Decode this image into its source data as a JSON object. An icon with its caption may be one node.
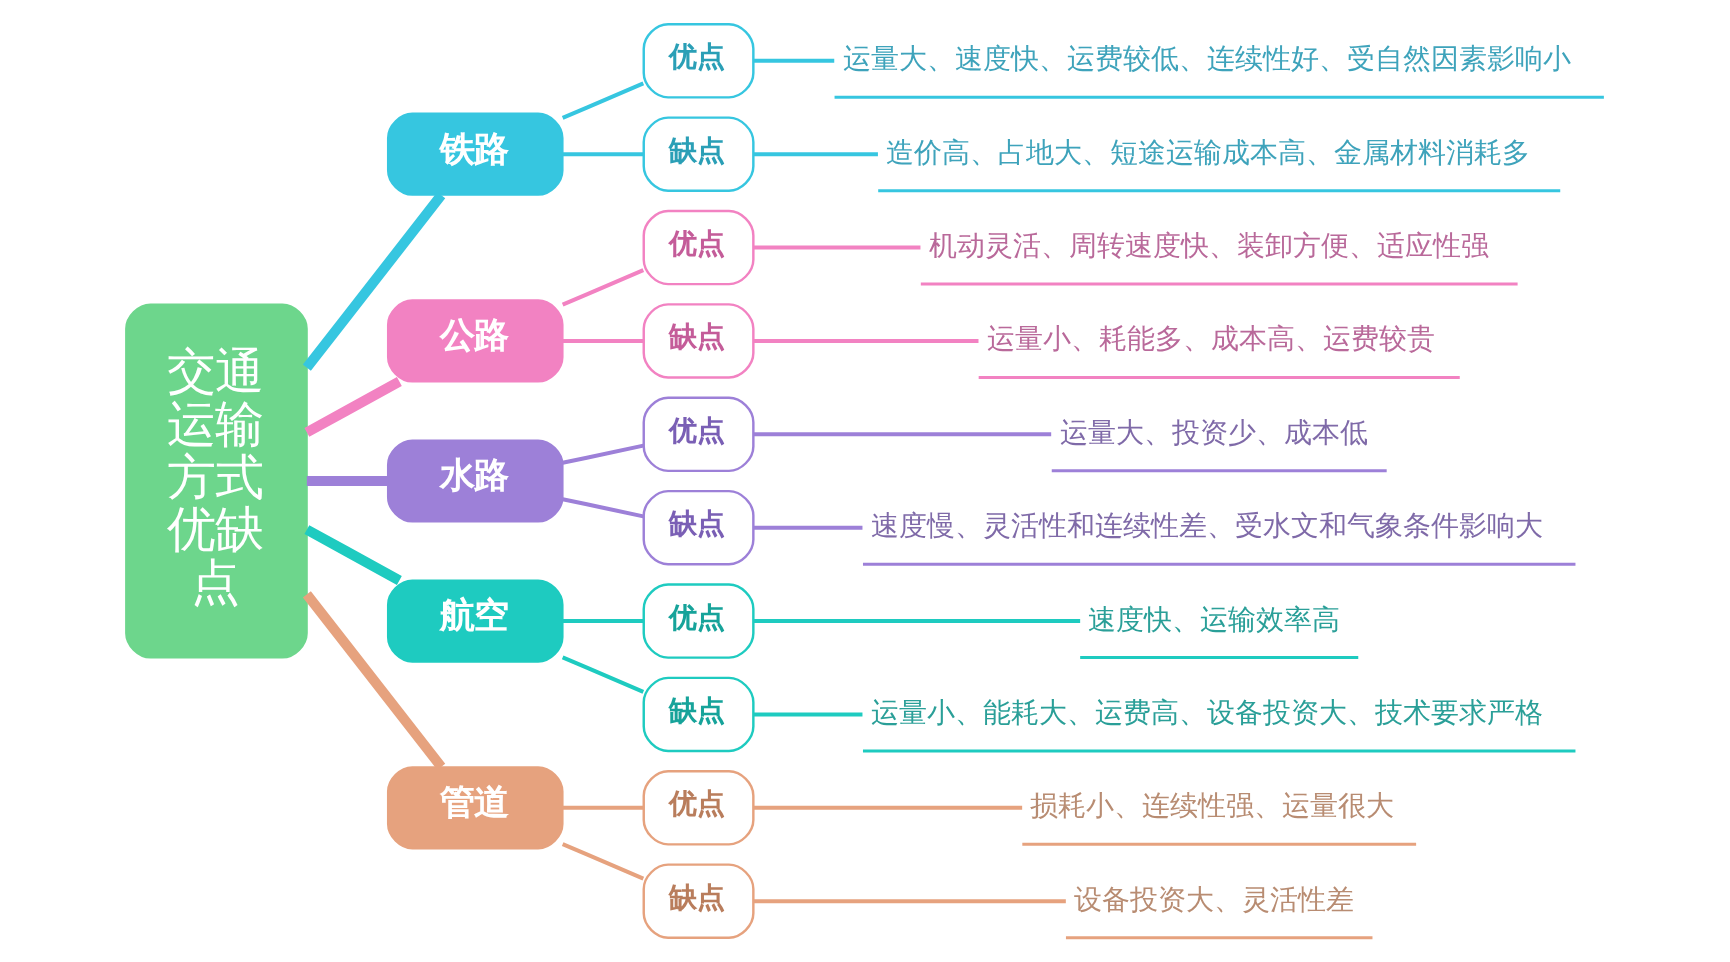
{
  "diagram": {
    "nodes": [
      {
        "text": [
          "交通运输方式优缺点"
        ]
      },
      {
        "text": [
          "铁路"
        ]
      },
      {
        "text": [
          "优点"
        ]
      },
      {
        "text": [
          "运量大、速度快、运费较低、连续性好、受自然因素影响小"
        ]
      },
      {
        "text": [
          "缺点"
        ]
      },
      {
        "text": [
          "造价高、占地大、短途运输成本高、金属材料消耗多"
        ]
      },
      {
        "text": [
          "公路"
        ]
      },
      {
        "text": [
          "优点"
        ]
      },
      {
        "text": [
          "机动灵活、周转速度快、装卸方便、适应性强"
        ]
      },
      {
        "text": [
          "缺点"
        ]
      },
      {
        "text": [
          "运量小、耗能多、成本高、运费较贵"
        ]
      },
      {
        "text": [
          "水路"
        ]
      },
      {
        "text": [
          "优点"
        ]
      },
      {
        "text": [
          "运量大、投资少、成本低"
        ]
      },
      {
        "text": [
          "缺点"
        ]
      },
      {
        "text": [
          "速度慢、灵活性和连续性差、受水文和气象条件影响大"
        ]
      },
      {
        "text": [
          "航空"
        ]
      },
      {
        "text": [
          "优点"
        ]
      },
      {
        "text": [
          "速度快、运输效率高"
        ]
      },
      {
        "text": [
          "缺点"
        ]
      },
      {
        "text": [
          "运量小、能耗大、运费高、设备投资大、技术要求严格"
        ]
      },
      {
        "text": [
          "管道"
        ]
      },
      {
        "text": [
          "优点"
        ]
      },
      {
        "text": [
          "损耗小、连续性强、运量很大"
        ]
      },
      {
        "text": [
          "缺点"
        ]
      },
      {
        "text": [
          "设备投资大、灵活性差"
        ]
      }
    ],
    "edges": [
      {
        "from": 0,
        "to": 1,
        "arrow": "none",
        "style": "thick",
        "color": "#36c6e0"
      },
      {
        "from": 1,
        "to": 2,
        "arrow": "none",
        "color": "#36c6e0"
      },
      {
        "from": 2,
        "to": 3,
        "arrow": "none",
        "color": "#36c6e0"
      },
      {
        "from": 1,
        "to": 4,
        "arrow": "none",
        "color": "#36c6e0"
      },
      {
        "from": 4,
        "to": 5,
        "arrow": "none",
        "color": "#36c6e0"
      },
      {
        "from": 0,
        "to": 6,
        "arrow": "none",
        "style": "thick",
        "color": "#f282c2"
      },
      {
        "from": 6,
        "to": 7,
        "arrow": "none",
        "color": "#f282c2"
      },
      {
        "from": 7,
        "to": 8,
        "arrow": "none",
        "color": "#f282c2"
      },
      {
        "from": 6,
        "to": 9,
        "arrow": "none",
        "color": "#f282c2"
      },
      {
        "from": 9,
        "to": 10,
        "arrow": "none",
        "color": "#f282c2"
      },
      {
        "from": 0,
        "to": 11,
        "arrow": "none",
        "style": "thick",
        "color": "#9d80d8"
      },
      {
        "from": 11,
        "to": 12,
        "arrow": "none",
        "color": "#9d80d8"
      },
      {
        "from": 12,
        "to": 13,
        "arrow": "none",
        "color": "#9d80d8"
      },
      {
        "from": 11,
        "to": 14,
        "arrow": "none",
        "color": "#9d80d8"
      },
      {
        "from": 14,
        "to": 15,
        "arrow": "none",
        "color": "#9d80d8"
      },
      {
        "from": 0,
        "to": 16,
        "arrow": "none",
        "style": "thick",
        "color": "#1ecbc0"
      },
      {
        "from": 16,
        "to": 17,
        "arrow": "none",
        "color": "#1ecbc0"
      },
      {
        "from": 17,
        "to": 18,
        "arrow": "none",
        "color": "#1ecbc0"
      },
      {
        "from": 16,
        "to": 19,
        "arrow": "none",
        "color": "#1ecbc0"
      },
      {
        "from": 19,
        "to": 20,
        "arrow": "none",
        "color": "#1ecbc0"
      },
      {
        "from": 0,
        "to": 21,
        "arrow": "none",
        "style": "thick",
        "color": "#e6a27e"
      },
      {
        "from": 21,
        "to": 22,
        "arrow": "none",
        "color": "#e6a27e"
      },
      {
        "from": 22,
        "to": 23,
        "arrow": "none",
        "color": "#e6a27e"
      },
      {
        "from": 21,
        "to": 24,
        "arrow": "none",
        "color": "#e6a27e"
      },
      {
        "from": 24,
        "to": 25,
        "arrow": "none",
        "color": "#e6a27e"
      }
    ]
  }
}
